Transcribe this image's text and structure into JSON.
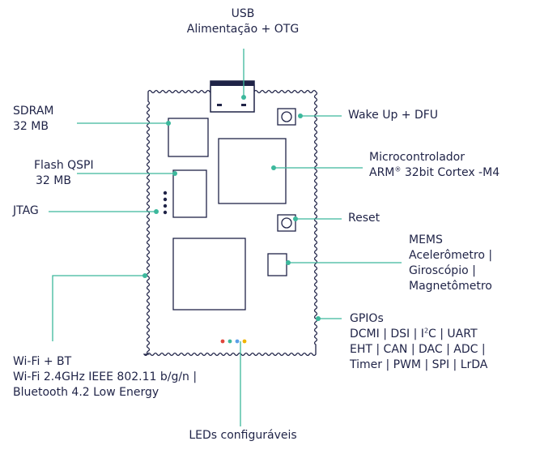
{
  "colors": {
    "ink": "#1f2347",
    "accent": "#3cb89c",
    "board_outline": "#1f2347",
    "leds": [
      "#e0463c",
      "#3cb89c",
      "#5aa0e8",
      "#f0b400"
    ]
  },
  "labels": {
    "usb": {
      "line1": "USB",
      "line2": "Alimentação + OTG"
    },
    "sdram": {
      "line1": "SDRAM",
      "line2": "32 MB"
    },
    "flash": {
      "line1": "Flash QSPI",
      "line2": "32 MB"
    },
    "jtag": {
      "line1": "JTAG"
    },
    "wakeup": {
      "line1": "Wake Up + DFU"
    },
    "mcu": {
      "line1": "Microcontrolador",
      "line2_prefix": "ARM",
      "line2_reg": "®",
      "line2_suffix": " 32bit  Cortex -M4"
    },
    "reset": {
      "line1": "Reset"
    },
    "mems": {
      "line1": "MEMS",
      "line2": "Acelerômetro |",
      "line3": "Giroscópio |",
      "line4": "Magnetômetro"
    },
    "gpios": {
      "line1": "GPIOs",
      "line2_a": "DCMI | DSI | I",
      "line2_sup": "2",
      "line2_b": "C | UART",
      "line3": "EHT | CAN | DAC | ADC |",
      "line4": "Timer | PWM | SPI | LrDA"
    },
    "wifi": {
      "line1": "Wi-Fi + BT",
      "line2": "Wi-Fi 2.4GHz IEEE 802.11 b/g/n |",
      "line3": "Bluetooth 4.2 Low Energy"
    },
    "leds": {
      "line1": "LEDs configuráveis"
    }
  }
}
